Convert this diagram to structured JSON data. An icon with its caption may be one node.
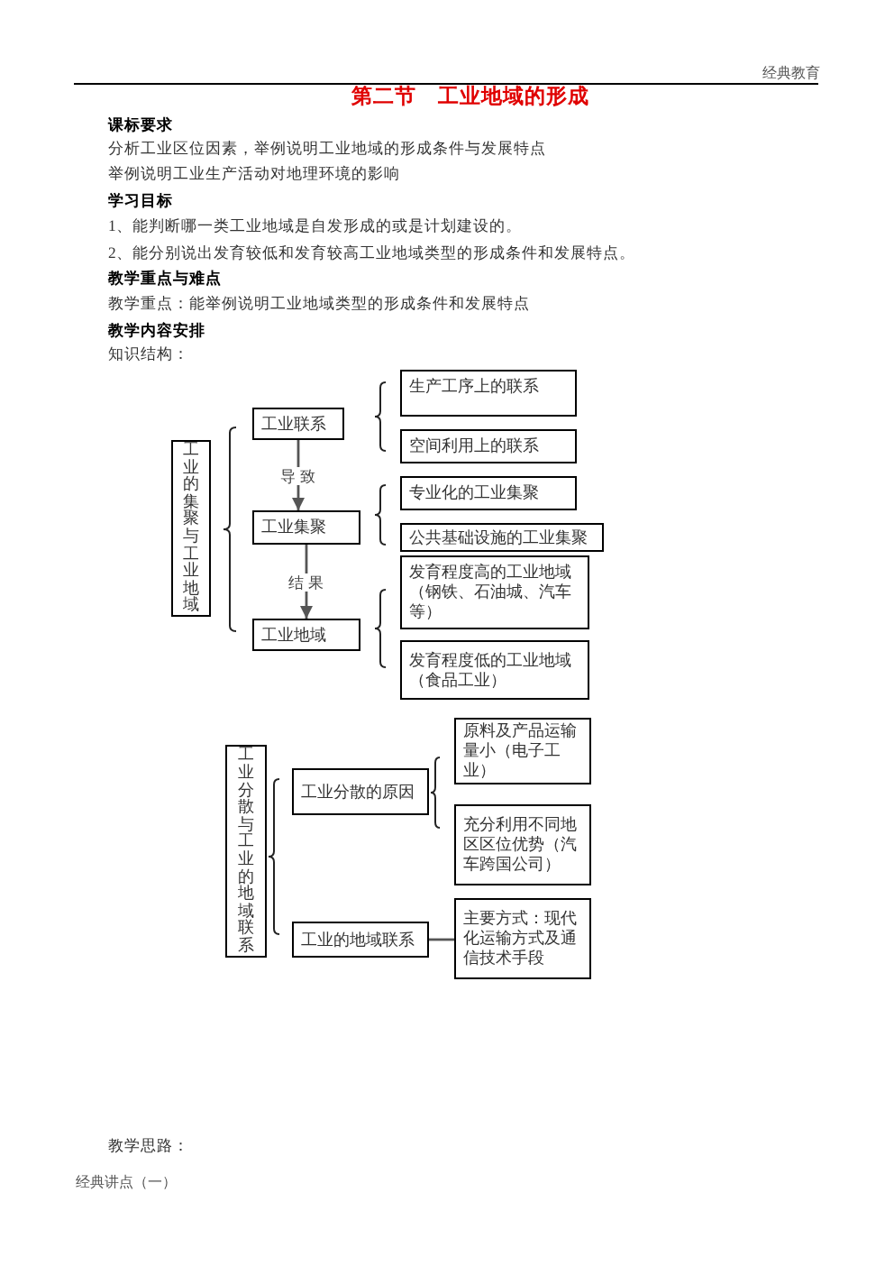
{
  "diagram": {
    "title": "第二节　工业地域的形成",
    "nodes": [
      {
        "text": [
          "工业的集聚与工业地域"
        ]
      },
      {
        "text": [
          "工业联系"
        ]
      },
      {
        "text": [
          "生产工序上的联系"
        ]
      },
      {
        "text": [
          "空间利用上的联系"
        ]
      },
      {
        "text": [
          "工业集聚"
        ]
      },
      {
        "text": [
          "专业化的工业集聚"
        ]
      },
      {
        "text": [
          "公共基础设施的工业集聚"
        ]
      },
      {
        "text": [
          "工业地域"
        ]
      },
      {
        "text": [
          "发育程度高的工业地域（钢铁、石油城、汽车等）"
        ]
      },
      {
        "text": [
          "发育程度低的工业地域（食品工业）"
        ]
      },
      {
        "text": [
          "工业分散与工业的地域联系"
        ]
      },
      {
        "text": [
          "工业分散的原因"
        ]
      },
      {
        "text": [
          "原料及产品运输量小（电子工业）"
        ]
      },
      {
        "text": [
          "充分利用不同地区区位优势（汽车跨国公司）"
        ]
      },
      {
        "text": [
          "工业的地域联系"
        ]
      },
      {
        "text": [
          "主要方式：现代化运输方式及通信技术手段"
        ]
      }
    ],
    "edges": [
      {
        "from": 1,
        "to": 4,
        "arrow": "to",
        "label": "导 致"
      },
      {
        "from": 4,
        "to": 7,
        "arrow": "to",
        "label": "结 果"
      },
      {
        "from": 14,
        "to": 15,
        "arrow": "none"
      }
    ],
    "labels": [
      "经典教育",
      "课标要求",
      "分析工业区位因素，举例说明工业地域的形成条件与发展特点",
      "举例说明工业生产活动对地理环境的影响",
      "学习目标",
      "1、能判断哪一类工业地域是自发形成的或是计划建设的。",
      "2、能分别说出发育较低和发育较高工业地域类型的形成条件和发展特点。",
      "教学重点与难点",
      "教学重点：能举例说明工业地域类型的形成条件和发展特点",
      "教学内容安排",
      "知识结构：",
      "教学思路：",
      "经典讲点（一）"
    ]
  }
}
